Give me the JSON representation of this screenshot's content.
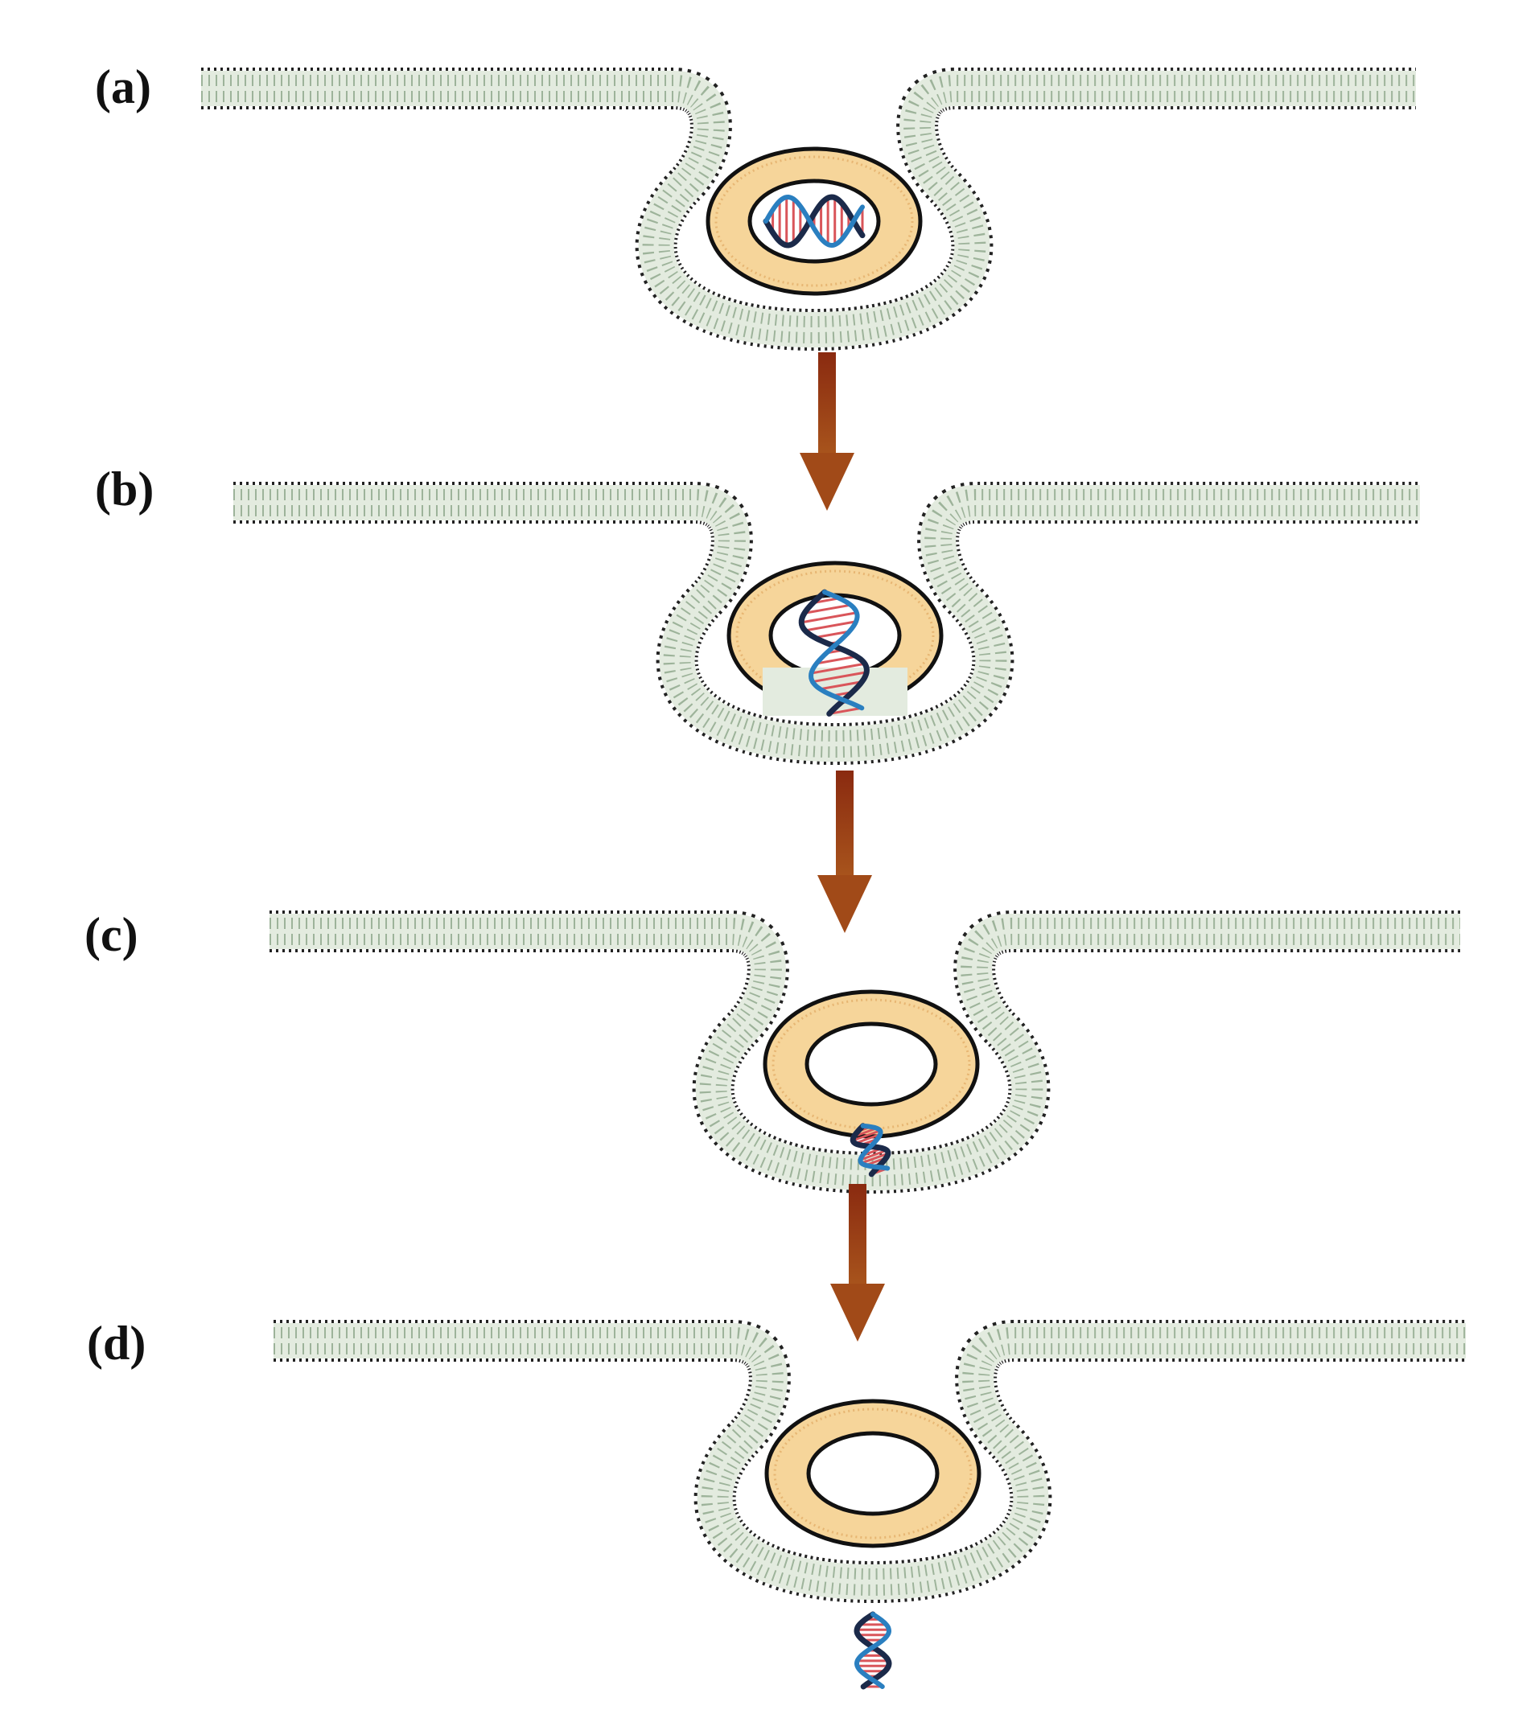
{
  "panels": [
    {
      "label": "(a)",
      "dna_position": "inside-liposome",
      "dna_state": "large"
    },
    {
      "label": "(b)",
      "dna_position": "crossing-liposome-wall",
      "dna_state": "large"
    },
    {
      "label": "(c)",
      "dna_position": "crossing-membrane",
      "dna_state": "small"
    },
    {
      "label": "(d)",
      "dna_position": "released-below-membrane",
      "dna_state": "small"
    }
  ],
  "colors": {
    "membrane_fill": "#e3ebdf",
    "membrane_stripe": "#9db39a",
    "membrane_head": "#222222",
    "liposome_ring": "#f6d59a",
    "liposome_border": "#111111",
    "arrow": "#8a2a10",
    "dna_strand_a": "#1b2a4a",
    "dna_strand_b": "#2a7fc0",
    "dna_base_pair": "#d9555a"
  },
  "icons": {
    "arrow": "down-arrow-icon",
    "dna": "dna-helix-icon"
  }
}
